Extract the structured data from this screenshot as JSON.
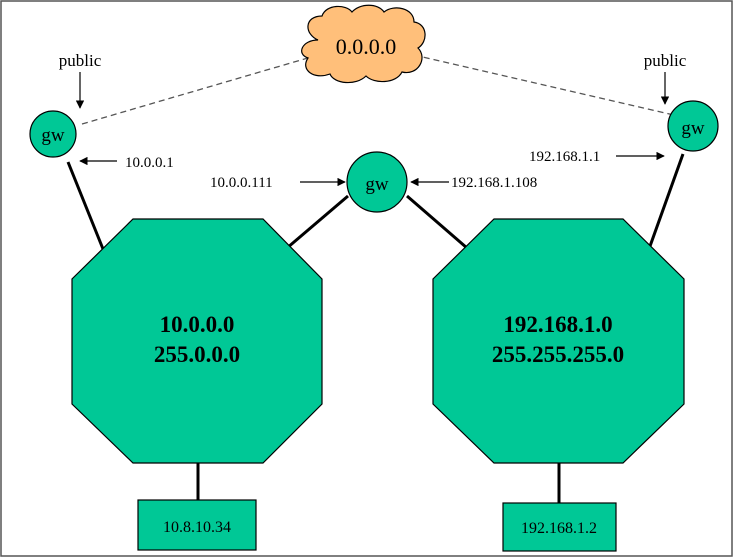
{
  "colors": {
    "node_fill": "#00c896",
    "cloud_fill": "#ffbf7a",
    "line": "#000000",
    "frame": "#555555",
    "background": "#ffffff"
  },
  "cloud": {
    "label": "0.0.0.0"
  },
  "public_labels": {
    "left": "public",
    "right": "public"
  },
  "gateways": {
    "left": "gw",
    "middle": "gw",
    "right": "gw"
  },
  "interfaces": {
    "left_gw_private": "10.0.0.1",
    "middle_gw_left": "10.0.0.111",
    "middle_gw_right": "192.168.1.108",
    "right_gw_private": "192.168.1.1"
  },
  "networks": {
    "left": {
      "address": "10.0.0.0",
      "netmask": "255.0.0.0"
    },
    "right": {
      "address": "192.168.1.0",
      "netmask": "255.255.255.0"
    }
  },
  "hosts": {
    "left": "10.8.10.34",
    "right": "192.168.1.2"
  }
}
